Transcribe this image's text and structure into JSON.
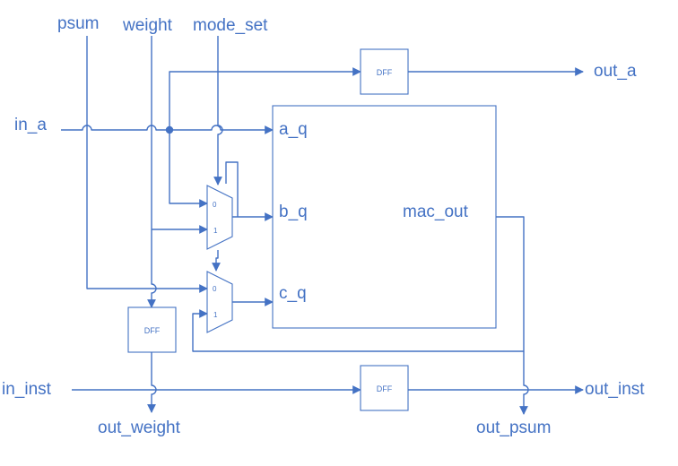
{
  "colors": {
    "wire": "#4472C4",
    "box_stroke": "#4472C4",
    "text": "#4472C4"
  },
  "inputs": {
    "psum": "psum",
    "weight": "weight",
    "mode_set": "mode_set",
    "in_a": "in_a",
    "in_inst": "in_inst"
  },
  "outputs": {
    "out_a": "out_a",
    "out_inst": "out_inst",
    "out_weight": "out_weight",
    "out_psum": "out_psum"
  },
  "mac": {
    "port_a": "a_q",
    "port_b": "b_q",
    "port_c": "c_q",
    "port_out": "mac_out"
  },
  "dff_label": "DFF",
  "mux_labels": {
    "zero": "0",
    "one": "1"
  },
  "icons": {
    "mux": "mux-icon",
    "flip_flop": "dff-icon",
    "arrow": "arrow-icon",
    "junction": "junction-dot-icon",
    "crossover": "wire-hop-icon"
  }
}
